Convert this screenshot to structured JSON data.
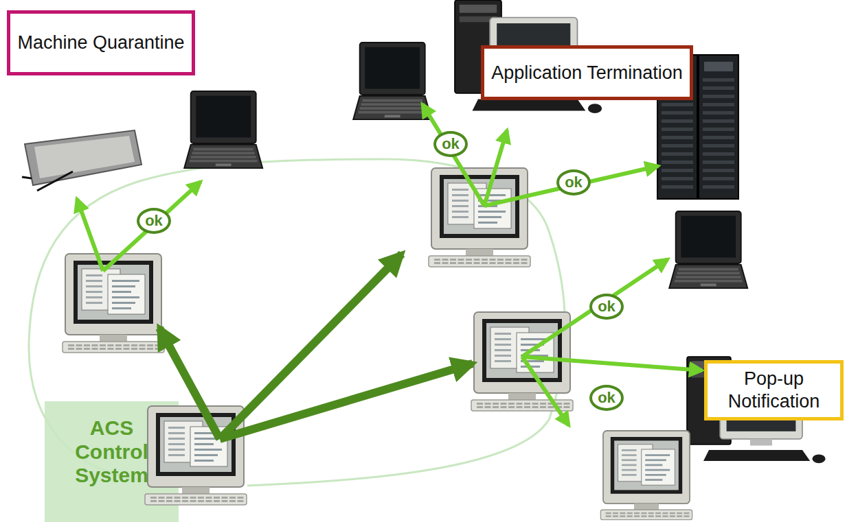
{
  "diagram": {
    "nodes": [
      {
        "text": [
          "Machine Quarantine"
        ]
      },
      {
        "text": [
          "Application Termination"
        ]
      },
      {
        "text": [
          "Pop-up Notification"
        ]
      },
      {
        "text": [
          "ACS Control System"
        ]
      }
    ],
    "labels": [
      "ok",
      "ok",
      "ok",
      "ok",
      "ok"
    ]
  }
}
